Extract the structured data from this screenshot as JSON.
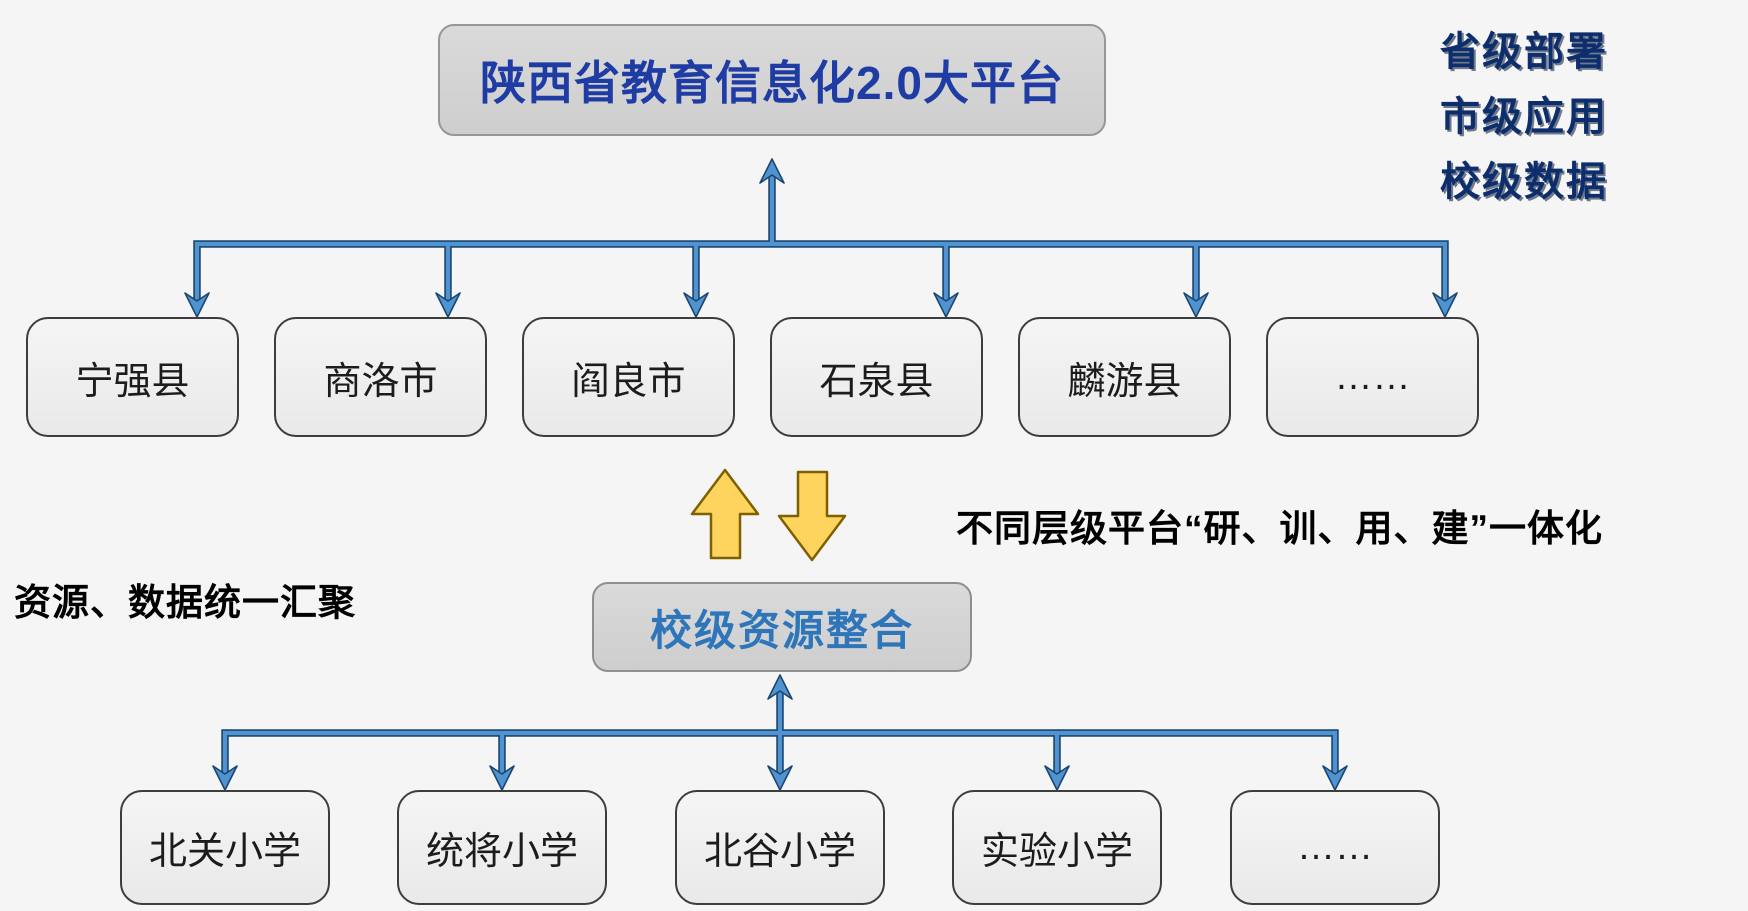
{
  "colors": {
    "background": "#f5f5f6",
    "connector_blue": "#4f93d0",
    "connector_outline": "#1c4670",
    "yellow_arrow_fill": "#ffd45e",
    "yellow_arrow_outline": "#7f6000",
    "platform_text": "#1e3ca3",
    "center_text": "#2e76b9",
    "side_label_text": "#0d2e6d",
    "annotation_text": "#000000"
  },
  "platform_box": {
    "label": "陕西省教育信息化2.0大平台"
  },
  "side_labels": [
    "省级部署",
    "市级应用",
    "校级数据"
  ],
  "region_boxes": [
    "宁强县",
    "商洛市",
    "阎良市",
    "石泉县",
    "麟游县",
    "……"
  ],
  "center_box": {
    "label": "校级资源整合"
  },
  "school_boxes": [
    "北关小学",
    "统将小学",
    "北谷小学",
    "实验小学",
    "……"
  ],
  "annotations": {
    "left": "资源、数据统一汇聚",
    "right": "不同层级平台“研、训、用、建”一体化"
  },
  "icons": {
    "up_block_arrow": "up-block-arrow-icon",
    "down_block_arrow": "down-block-arrow-icon"
  }
}
